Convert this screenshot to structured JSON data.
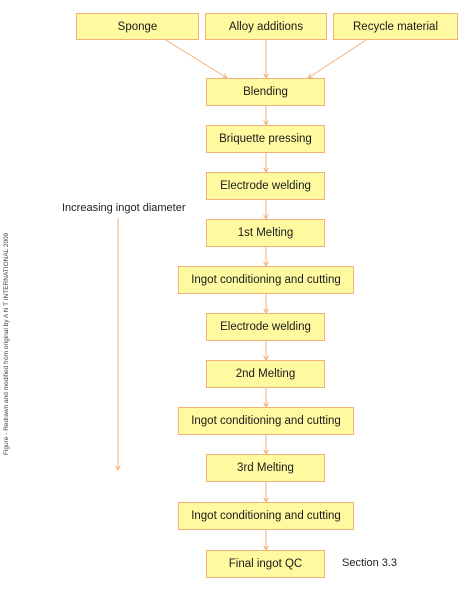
{
  "diagram": {
    "inputs": [
      "Sponge",
      "Alloy additions",
      "Recycle material"
    ],
    "steps": [
      "Blending",
      "Briquette pressing",
      "Electrode welding",
      "1st Melting",
      "Ingot conditioning and cutting",
      "Electrode welding",
      "2nd Melting",
      "Ingot conditioning and cutting",
      "3rd Melting",
      "Ingot conditioning and cutting",
      "Final ingot QC"
    ],
    "side_label": "Increasing ingot diameter",
    "section_ref": "Section 3.3",
    "credit": "Figure - Redrawn and modified from original by A N T  INTERNATIONAL 2009"
  },
  "colors": {
    "box_fill": "#fffaa0",
    "box_border": "#f2b07a",
    "arrow": "#f2b07a"
  }
}
